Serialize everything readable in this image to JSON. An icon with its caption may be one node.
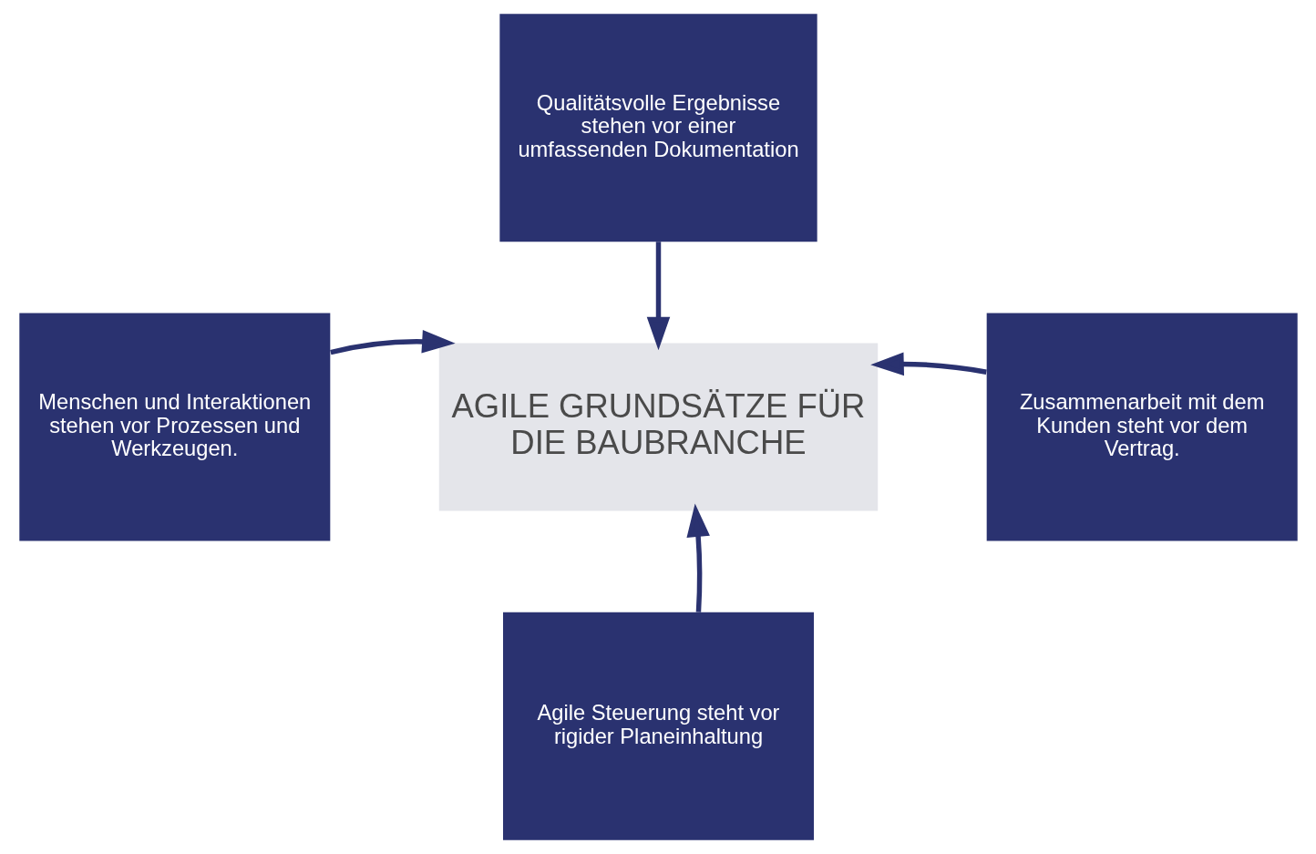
{
  "diagram": {
    "nodes": [
      {
        "text": [
          "Qualitätsvolle Ergebnisse stehen vor einer umfassenden Dokumentation"
        ]
      },
      {
        "text": [
          "Menschen und Interaktionen stehen vor Prozessen und Werkzeugen."
        ]
      },
      {
        "text": [
          "AGILE GRUNDSÄTZE FÜR DIE BAUBRANCHE"
        ]
      },
      {
        "text": [
          "Zusammenarbeit mit dem Kunden steht vor dem Vertrag."
        ]
      },
      {
        "text": [
          "Agile Steuerung steht vor rigider Planeinhaltung"
        ]
      }
    ],
    "edges": [
      {
        "from": 0,
        "to": 2,
        "arrow": "to"
      },
      {
        "from": 1,
        "to": 2,
        "arrow": "to"
      },
      {
        "from": 3,
        "to": 2,
        "arrow": "to"
      },
      {
        "from": 4,
        "to": 2,
        "arrow": "to"
      }
    ]
  }
}
